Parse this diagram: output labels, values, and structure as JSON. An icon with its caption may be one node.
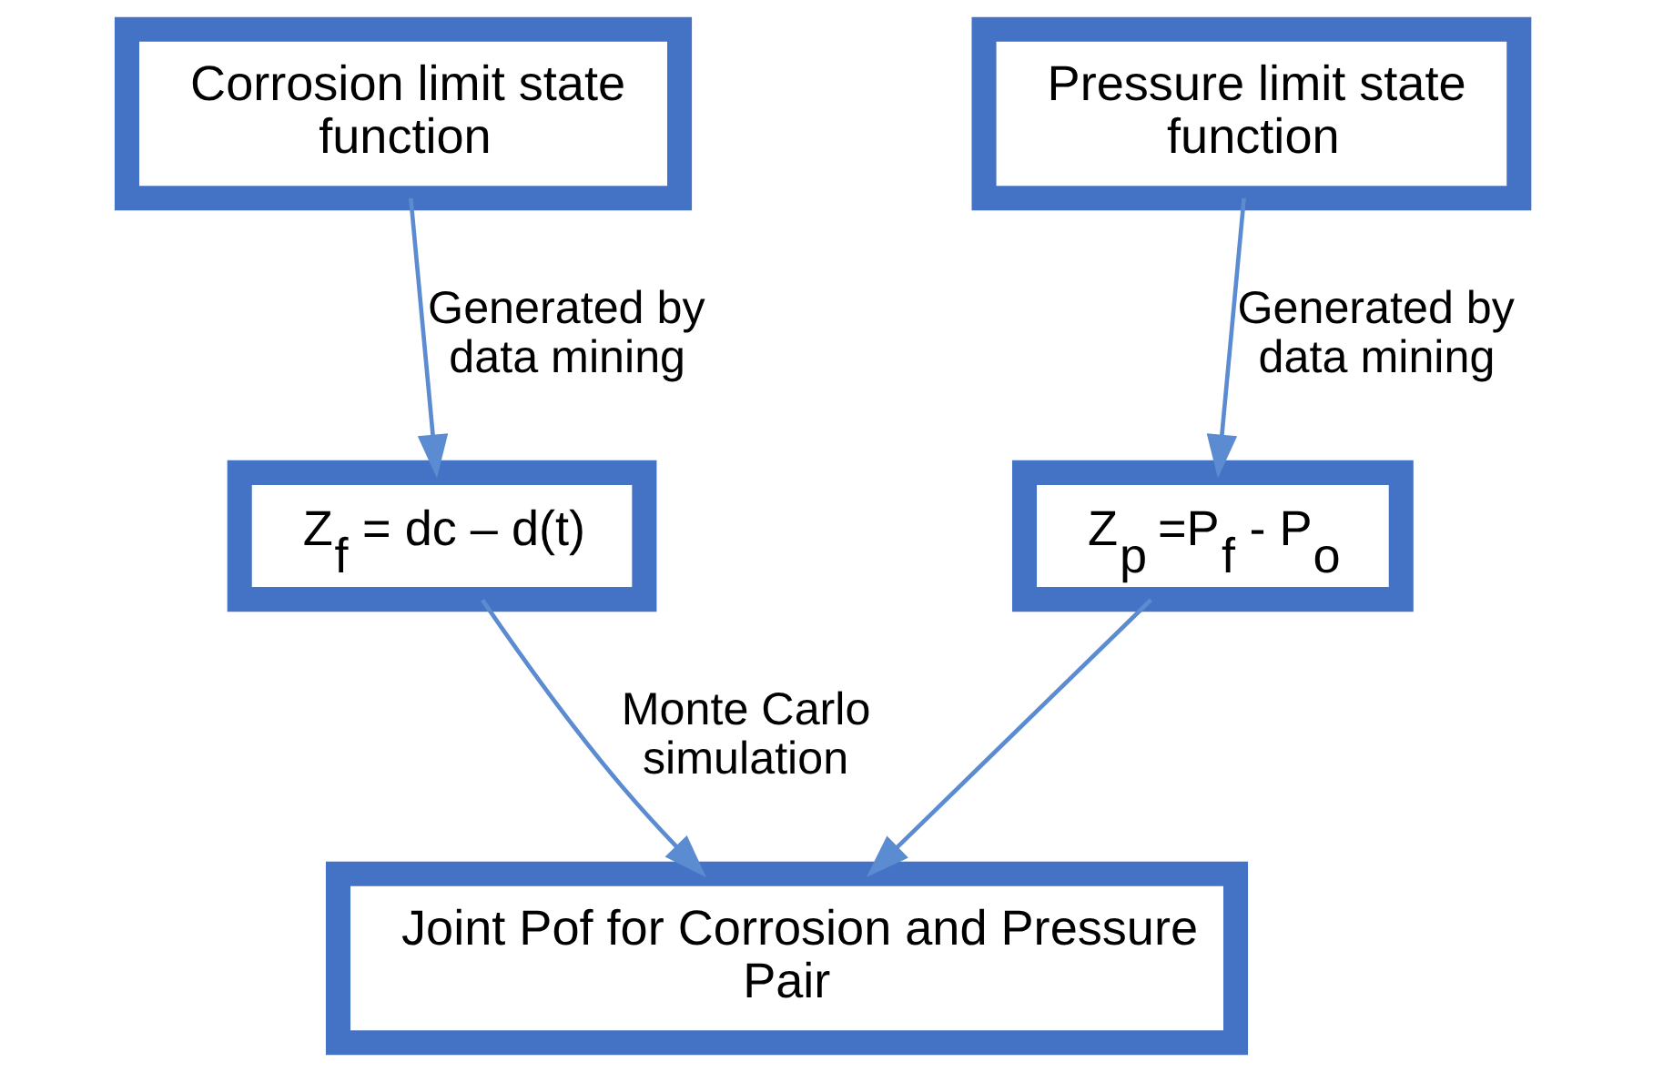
{
  "diagram": {
    "nodes": [
      {
        "text": [
          "Corrosion limit state function"
        ]
      },
      {
        "text": [
          "Pressure limit state function"
        ]
      },
      {
        "text": [
          "Z$_{f}$ = dc – d(t)"
        ]
      },
      {
        "text": [
          "Z$_{p}$ =P$_{f}$ - P$_{o}$"
        ]
      },
      {
        "text": [
          "Joint Pof for Corrosion and Pressure Pair"
        ]
      }
    ],
    "edges": [
      {
        "from": 0,
        "to": 2,
        "arrow": "to",
        "label": "Generated by data mining"
      },
      {
        "from": 1,
        "to": 3,
        "arrow": "to",
        "label": "Generated by data mining"
      },
      {
        "from": 2,
        "to": 4,
        "arrow": "to",
        "label": "Monte Carlo simulation"
      },
      {
        "from": 3,
        "to": 4,
        "arrow": "to"
      }
    ]
  }
}
